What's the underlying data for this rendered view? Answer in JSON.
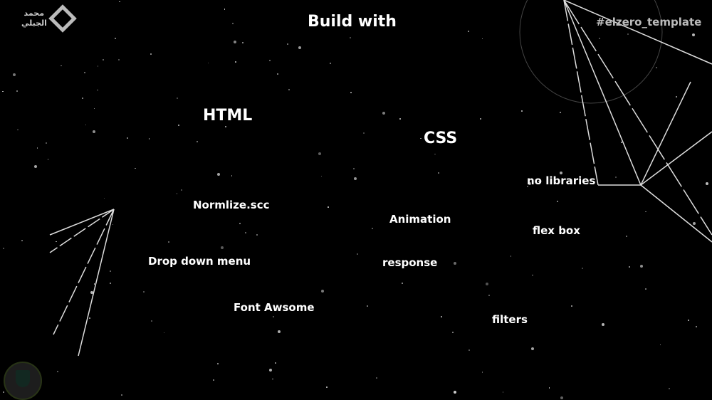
{
  "logo": {
    "text_line1": "محمد",
    "text_line2": "الجبلي"
  },
  "title": "Build with",
  "hashtag": "#elzero_template",
  "words": {
    "html": "HTML",
    "css": "CSS",
    "no_libraries": "no libraries",
    "normalize": "Normlize.scc",
    "animation": "Animation",
    "flex_box": "flex box",
    "drop_down": "Drop down menu",
    "response": "response",
    "font_awesome": "Font Awsome",
    "filters": "filters"
  }
}
